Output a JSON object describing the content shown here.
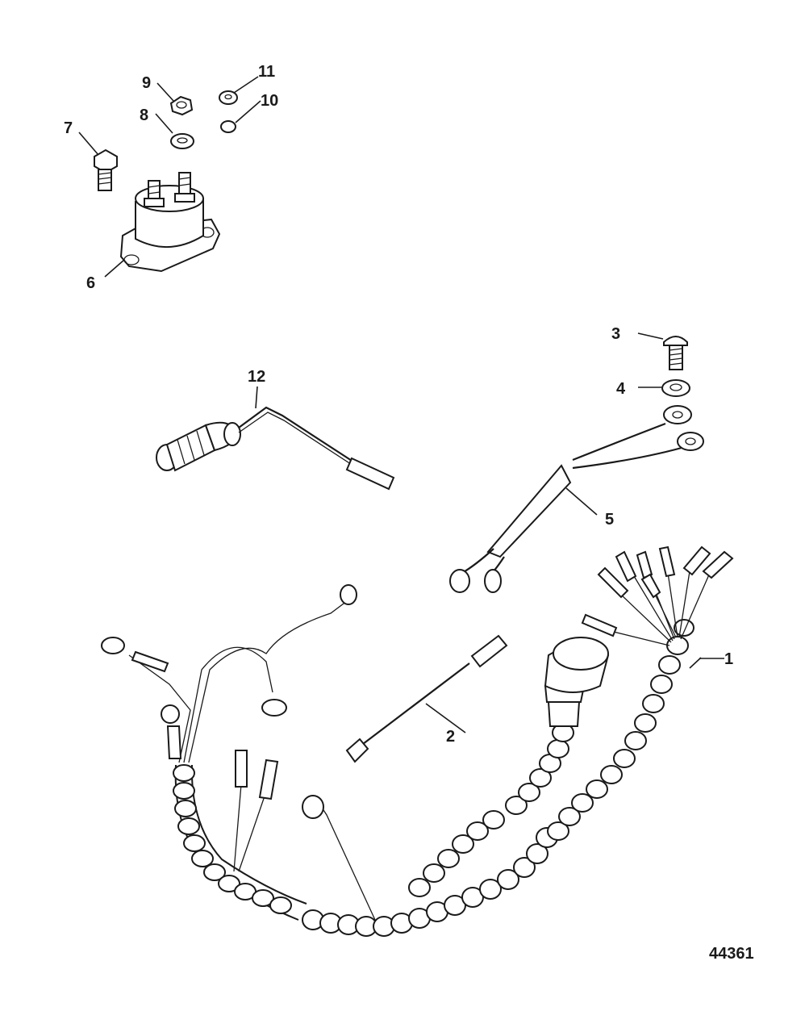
{
  "figure_number": "44361",
  "callouts": [
    {
      "id": "c1",
      "text": "1"
    },
    {
      "id": "c2",
      "text": "2"
    },
    {
      "id": "c3",
      "text": "3"
    },
    {
      "id": "c4",
      "text": "4"
    },
    {
      "id": "c5",
      "text": "5"
    },
    {
      "id": "c6",
      "text": "6"
    },
    {
      "id": "c7",
      "text": "7"
    },
    {
      "id": "c8",
      "text": "8"
    },
    {
      "id": "c9",
      "text": "9"
    },
    {
      "id": "c10",
      "text": "10"
    },
    {
      "id": "c11",
      "text": "11"
    },
    {
      "id": "c12",
      "text": "12"
    }
  ]
}
